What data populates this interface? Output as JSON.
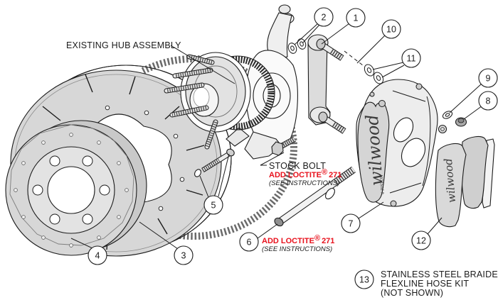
{
  "colors": {
    "background": "#ffffff",
    "line": "#1c1c1c",
    "metal_gray": "#d7d7d7",
    "loctite_red": "#e8111c"
  },
  "callouts": [
    {
      "label": "1"
    },
    {
      "label": "2"
    },
    {
      "label": "3"
    },
    {
      "label": "4"
    },
    {
      "label": "5"
    },
    {
      "label": "6"
    },
    {
      "label": "7"
    },
    {
      "label": "8"
    },
    {
      "label": "9"
    },
    {
      "label": "10"
    },
    {
      "label": "11"
    },
    {
      "label": "12"
    },
    {
      "label": "13"
    }
  ],
  "labels": {
    "hub_assembly": "EXISTING HUB ASSEMBLY",
    "stock_bolt": "STOCK BOLT",
    "loctite_text": "ADD LOCTITE",
    "loctite_reg": "®",
    "loctite_number": "271",
    "see_instructions": "(SEE INSTRUCTIONS)",
    "hose_kit_line1": "STAINLESS STEEL BRAIDED",
    "hose_kit_line2": "FLEXLINE HOSE KIT",
    "hose_kit_line3": "(NOT SHOWN)",
    "caliper_brand": "wilwood",
    "caliper_spec": "4 PISTON",
    "pad_brand": "wilwood",
    "hat_brand": "wilwood"
  }
}
